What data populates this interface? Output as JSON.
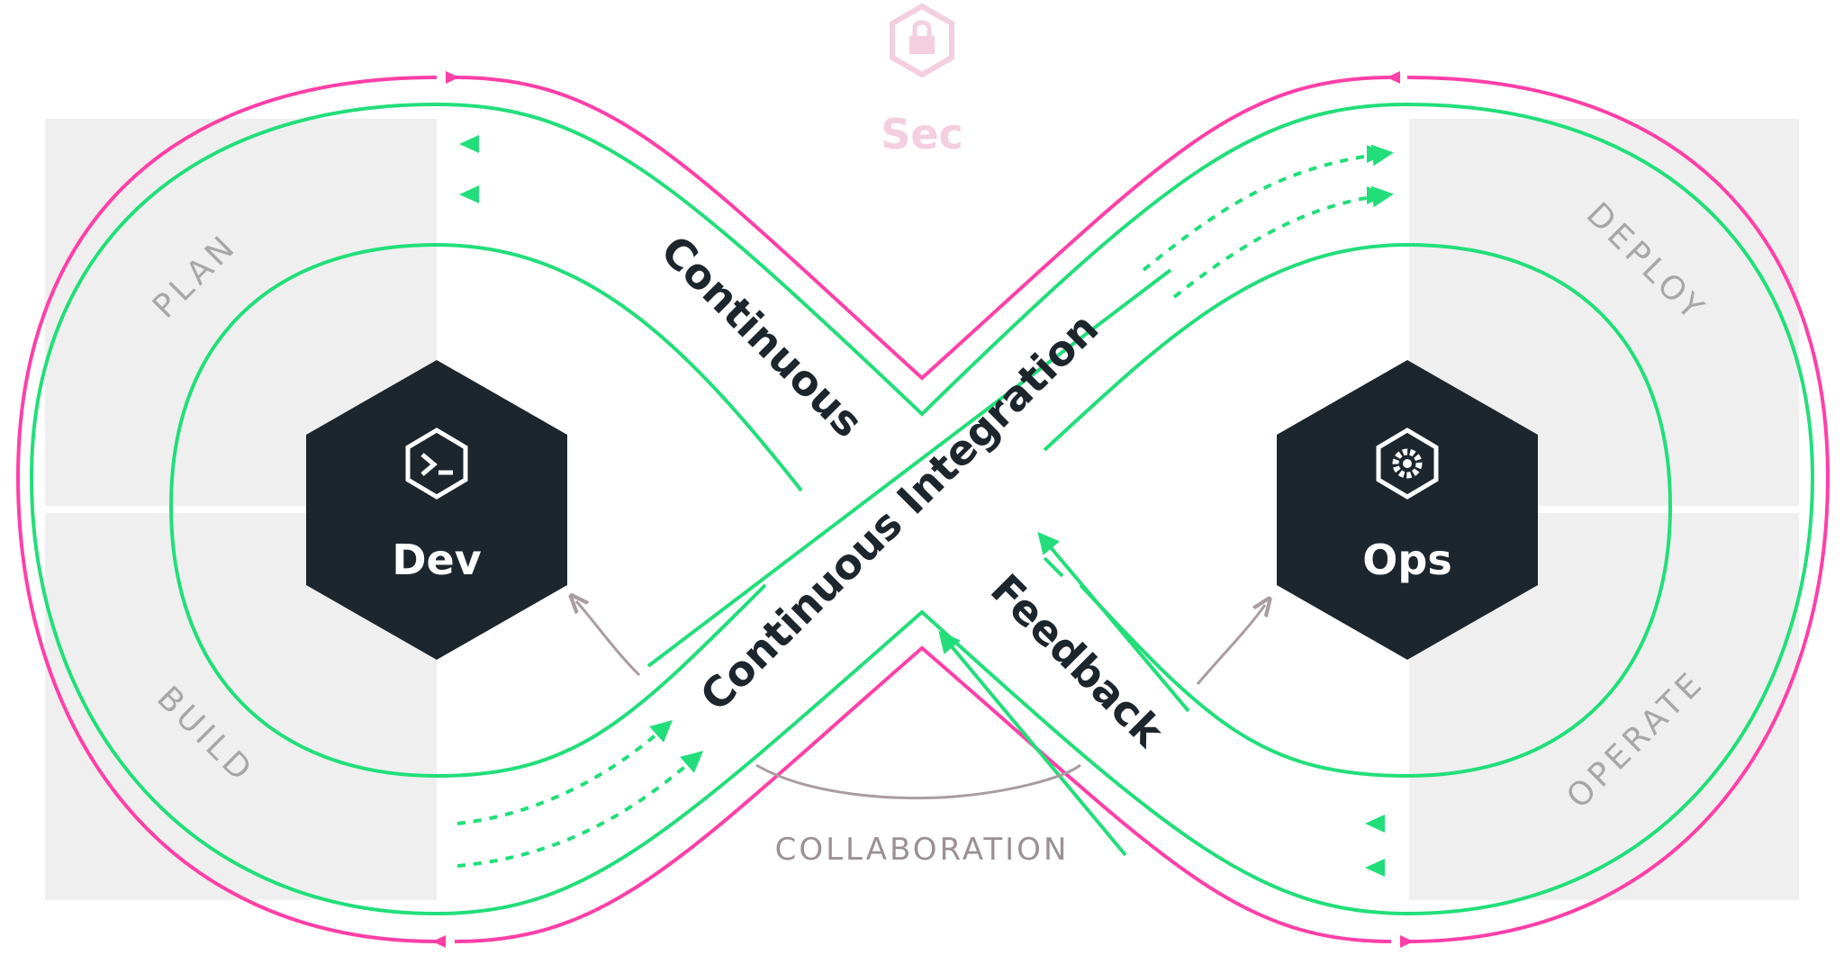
{
  "sec": {
    "label": "Sec",
    "icon": "lock-hexagon-icon"
  },
  "quadrants": {
    "plan": "PLAN",
    "build": "BUILD",
    "deploy": "DEPLOY",
    "operate": "OPERATE"
  },
  "dev": {
    "label": "Dev",
    "icon": "terminal-hexagon-icon"
  },
  "ops": {
    "label": "Ops",
    "icon": "gear-hexagon-icon"
  },
  "flows": {
    "continuous": "Continuous",
    "continuous_integration": "Continuous Integration",
    "feedback": "Feedback"
  },
  "collaboration": "COLLABORATION",
  "colors": {
    "pink": "#ff3fa8",
    "green": "#22de7a",
    "dark": "#1d262d",
    "grey_panel": "#efefef",
    "label_grey": "#a7a7a7"
  }
}
